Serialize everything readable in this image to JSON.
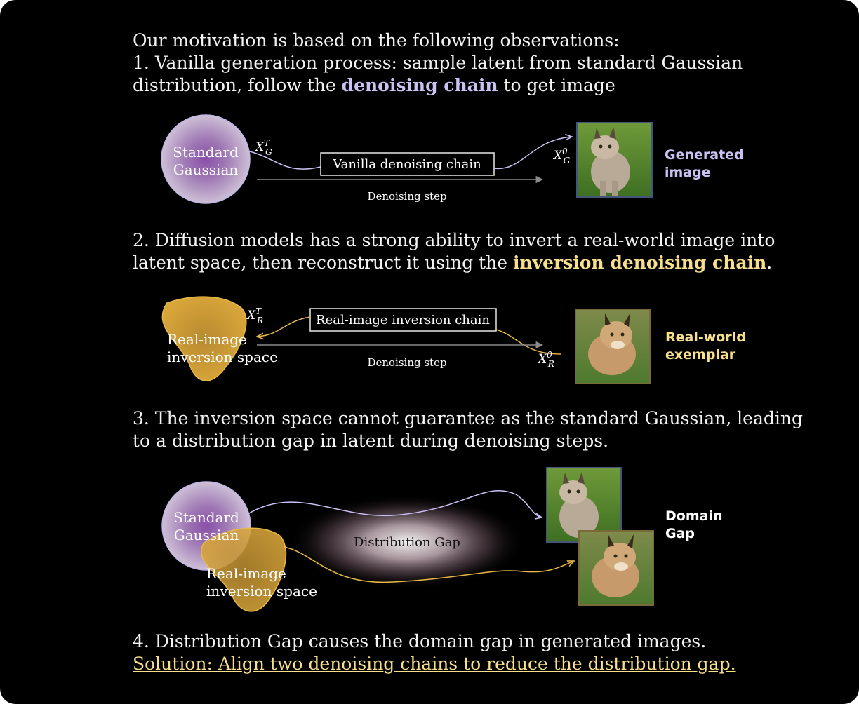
{
  "intro": "Our motivation is based on the following observations:",
  "obs1": {
    "line1": "1. Vanilla generation process: sample latent from standard Gaussian",
    "line2_pre": "distribution, follow the ",
    "line2_hl": "denoising chain",
    "line2_post": " to get image"
  },
  "obs2": {
    "line1": "2. Diffusion models has a strong ability to invert a real-world image into",
    "line2_pre": "latent space, then reconstruct it using the ",
    "line2_hl": "inversion denoising chain",
    "line2_post": "."
  },
  "obs3": {
    "line1": "3. The inversion space cannot guarantee as the standard Gaussian, leading",
    "line2": "to a distribution gap in latent during denoising steps."
  },
  "obs4": {
    "line1": "4. Distribution Gap causes the domain gap in generated images.",
    "solution": "Solution: Align two denoising chains to reduce the distribution gap."
  },
  "diagram1": {
    "circle_label_1": "Standard",
    "circle_label_2": "Gaussian",
    "latent_var": "X",
    "latent_sup": "T",
    "latent_sub": "G",
    "box_label": "Vanilla denoising chain",
    "step_label": "Denoising step",
    "out_var": "X",
    "out_sup": "0",
    "out_sub": "G",
    "side_label_1": "Generated",
    "side_label_2": "image",
    "image_name": "lynx-generated"
  },
  "diagram2": {
    "blob_label_1": "Real-image",
    "blob_label_2": "inversion space",
    "latent_var": "X",
    "latent_sup": "T",
    "latent_sub": "R",
    "box_label": "Real-image inversion chain",
    "step_label": "Denoising step",
    "out_var": "X",
    "out_sup": "0",
    "out_sub": "R",
    "side_label_1": "Real-world",
    "side_label_2": "exemplar",
    "image_name": "lynx-real"
  },
  "diagram3": {
    "circle_label_1": "Standard",
    "circle_label_2": "Gaussian",
    "blob_label_1": "Real-image",
    "blob_label_2": "inversion space",
    "gap_label": "Distribution Gap",
    "side_label_1": "Domain",
    "side_label_2": "Gap"
  },
  "colors": {
    "background": "#000000",
    "text": "#f2f2f2",
    "purple_highlight": "#c9c1f2",
    "yellow_highlight": "#f7df8c",
    "gaussian_center": "#8a4fa8",
    "inversion_blob": "#d9a63a",
    "arrow": "#8a8a8a"
  }
}
